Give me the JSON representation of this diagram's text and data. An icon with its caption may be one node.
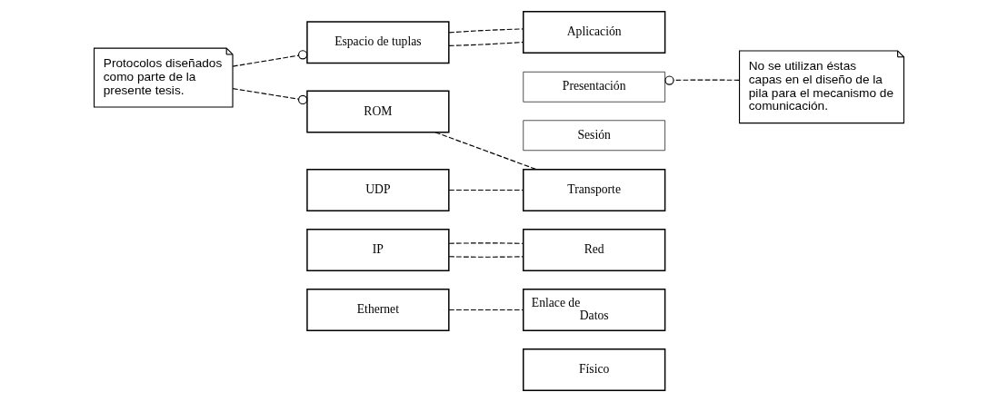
{
  "diagram": {
    "nodes": [
      {
        "text": [
          "Protocolos diseñados como parte de la presente tesis."
        ]
      },
      {
        "text": [
          "Espacio de tuplas"
        ]
      },
      {
        "text": [
          "ROM"
        ]
      },
      {
        "text": [
          "UDP"
        ]
      },
      {
        "text": [
          "IP"
        ]
      },
      {
        "text": [
          "Ethernet"
        ]
      },
      {
        "text": [
          "Aplicación"
        ]
      },
      {
        "text": [
          "Presentación"
        ]
      },
      {
        "text": [
          "Sesión"
        ]
      },
      {
        "text": [
          "Transporte"
        ]
      },
      {
        "text": [
          "Red"
        ]
      },
      {
        "text": [
          "Enlace de Datos"
        ]
      },
      {
        "text": [
          "Físico"
        ]
      },
      {
        "text": [
          "No se utilizan éstas capas en el diseño de la pila para el mecanismo de comunicación."
        ]
      }
    ],
    "edges": [
      {
        "from": 0,
        "to": 1,
        "arrow": "other",
        "style": "dashed"
      },
      {
        "from": 0,
        "to": 2,
        "arrow": "other",
        "style": "dashed"
      },
      {
        "from": 13,
        "to": 7,
        "arrow": "other",
        "style": "dashed"
      },
      {
        "from": 1,
        "to": 6,
        "arrow": "none",
        "style": "dashed"
      },
      {
        "from": 1,
        "to": 6,
        "arrow": "none",
        "style": "dashed"
      },
      {
        "from": 2,
        "to": 9,
        "arrow": "none",
        "style": "dashed"
      },
      {
        "from": 3,
        "to": 9,
        "arrow": "none",
        "style": "dashed"
      },
      {
        "from": 4,
        "to": 10,
        "arrow": "none",
        "style": "dashed"
      },
      {
        "from": 4,
        "to": 10,
        "arrow": "none",
        "style": "dashed"
      },
      {
        "from": 5,
        "to": 11,
        "arrow": "none",
        "style": "dashed"
      }
    ]
  }
}
